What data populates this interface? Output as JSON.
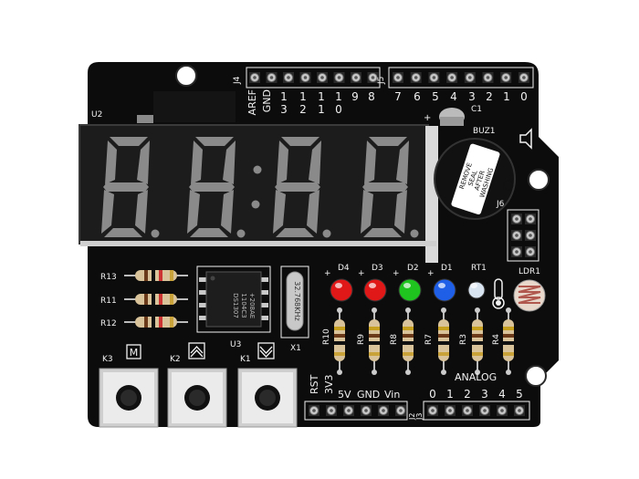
{
  "colors": {
    "pcb": "#0c0c0c",
    "silkscreen": "#f2f2f2",
    "display_body": "#1a1a1a",
    "segment": "#8a8a8a",
    "led_red": "#e01818",
    "led_green": "#1fc41f",
    "led_blue": "#1f5fe8",
    "led_white": "#d8e4f0",
    "buzzer": "#111111",
    "button_body": "#e9e9e9"
  },
  "header_top": {
    "j4_label": "J4",
    "j5_label": "J5",
    "aref": "AREF",
    "gnd": "GND",
    "pin_13": "13",
    "pin_12": "12",
    "pin_11": "11",
    "pin_10": "10",
    "pin_9": "9",
    "pin_8": "8",
    "pin_7": "7",
    "pin_6": "6",
    "pin_5": "5",
    "pin_4": "4",
    "pin_3": "3",
    "pin_2": "2",
    "pin_1": "1",
    "pin_0": "0"
  },
  "display": {
    "label": "U2"
  },
  "buzzer": {
    "label": "BUZ1",
    "cap_label": "C1",
    "plus": "+",
    "sticker_line1": "REMOVE",
    "sticker_line2": "SEAL",
    "sticker_line3": "AFTER",
    "sticker_line4": "WASHING",
    "speaker_icon": "speaker-icon"
  },
  "j6": {
    "label": "J6"
  },
  "ldr": {
    "label": "LDR1"
  },
  "leds": {
    "d4": "D4",
    "d3": "D3",
    "d2": "D2",
    "d1": "D1",
    "rt1": "RT1",
    "plus": "+"
  },
  "resistors": {
    "r13": "R13",
    "r11": "R11",
    "r12": "R12",
    "r10": "R10",
    "r9": "R9",
    "r8": "R8",
    "r7": "R7",
    "r3": "R3",
    "r4": "R4"
  },
  "chip": {
    "label": "U3",
    "marking1": "DS1307",
    "marking2": "1104C3",
    "marking3": "+208AE"
  },
  "crystal": {
    "label": "X1",
    "marking": "32.768KHz"
  },
  "buttons": {
    "k3": "K3",
    "k2": "K2",
    "k1": "K1",
    "k3_symbol": "M"
  },
  "power_header": {
    "rst": "RST",
    "v33": "3V3",
    "v5": "5V",
    "gnd": "GND",
    "vin": "Vin",
    "j2": "J2",
    "j3": "J3"
  },
  "analog_header": {
    "label": "ANALOG",
    "a0": "0",
    "a1": "1",
    "a2": "2",
    "a3": "3",
    "a4": "4",
    "a5": "5"
  }
}
